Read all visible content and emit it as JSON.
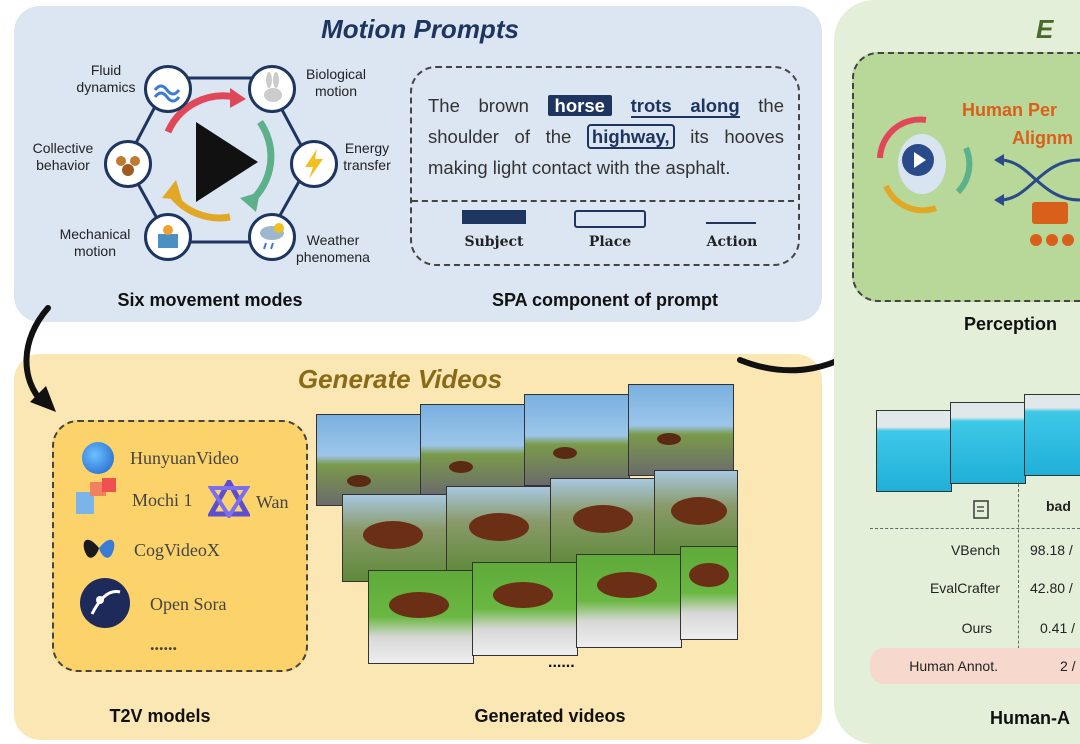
{
  "motion_panel": {
    "title": "Motion Prompts",
    "modes_caption": "Six movement modes",
    "spa_caption": "SPA component of prompt",
    "modes": [
      {
        "label_line1": "Fluid",
        "label_line2": "dynamics",
        "icon": "water-wave-icon"
      },
      {
        "label_line1": "Biological",
        "label_line2": "motion",
        "icon": "rabbit-icon"
      },
      {
        "label_line1": "Energy",
        "label_line2": "transfer",
        "icon": "lightning-icon"
      },
      {
        "label_line1": "Weather",
        "label_line2": "phenomena",
        "icon": "cloud-rain-icon"
      },
      {
        "label_line1": "Mechanical",
        "label_line2": "motion",
        "icon": "machine-icon"
      },
      {
        "label_line1": "Collective",
        "label_line2": "behavior",
        "icon": "group-icon"
      }
    ],
    "prompt": {
      "w1": "The brown",
      "subject": "horse",
      "action": "trots along",
      "w2": "the shoulder of the",
      "place": "highway,",
      "w3": "its hooves making light contact with the asphalt."
    },
    "legend": {
      "subject": "Subject",
      "place": "Place",
      "action": "Action"
    }
  },
  "generate_panel": {
    "title": "Generate Videos",
    "models_caption": "T2V models",
    "videos_caption": "Generated videos",
    "models": {
      "hunyuan": "HunyuanVideo",
      "mochi": "Mochi 1",
      "wan": "Wan",
      "cog": "CogVideoX",
      "sora": "Open Sora",
      "more": "......"
    },
    "videos_more": "......"
  },
  "eval_panel": {
    "title_partial": "E",
    "alignment_line1": "Human Per",
    "alignment_line2": "Alignm",
    "perception_caption": "Perception",
    "table": {
      "header_col": "bad",
      "rows": [
        {
          "name": "VBench",
          "value": "98.18 /"
        },
        {
          "name": "EvalCrafter",
          "value": "42.80 /"
        },
        {
          "name": "Ours",
          "value": "0.41 /"
        },
        {
          "name": "Human Annot.",
          "value": "2 /"
        }
      ]
    },
    "bottom_caption": "Human-A"
  },
  "colors": {
    "navy": "#1e3560",
    "gold_title": "#8a6a18",
    "orange_text": "#d9601a",
    "panel_blue": "#dbe6f2",
    "panel_yellow": "#fbe7b3",
    "panel_green": "#e4efd9"
  }
}
